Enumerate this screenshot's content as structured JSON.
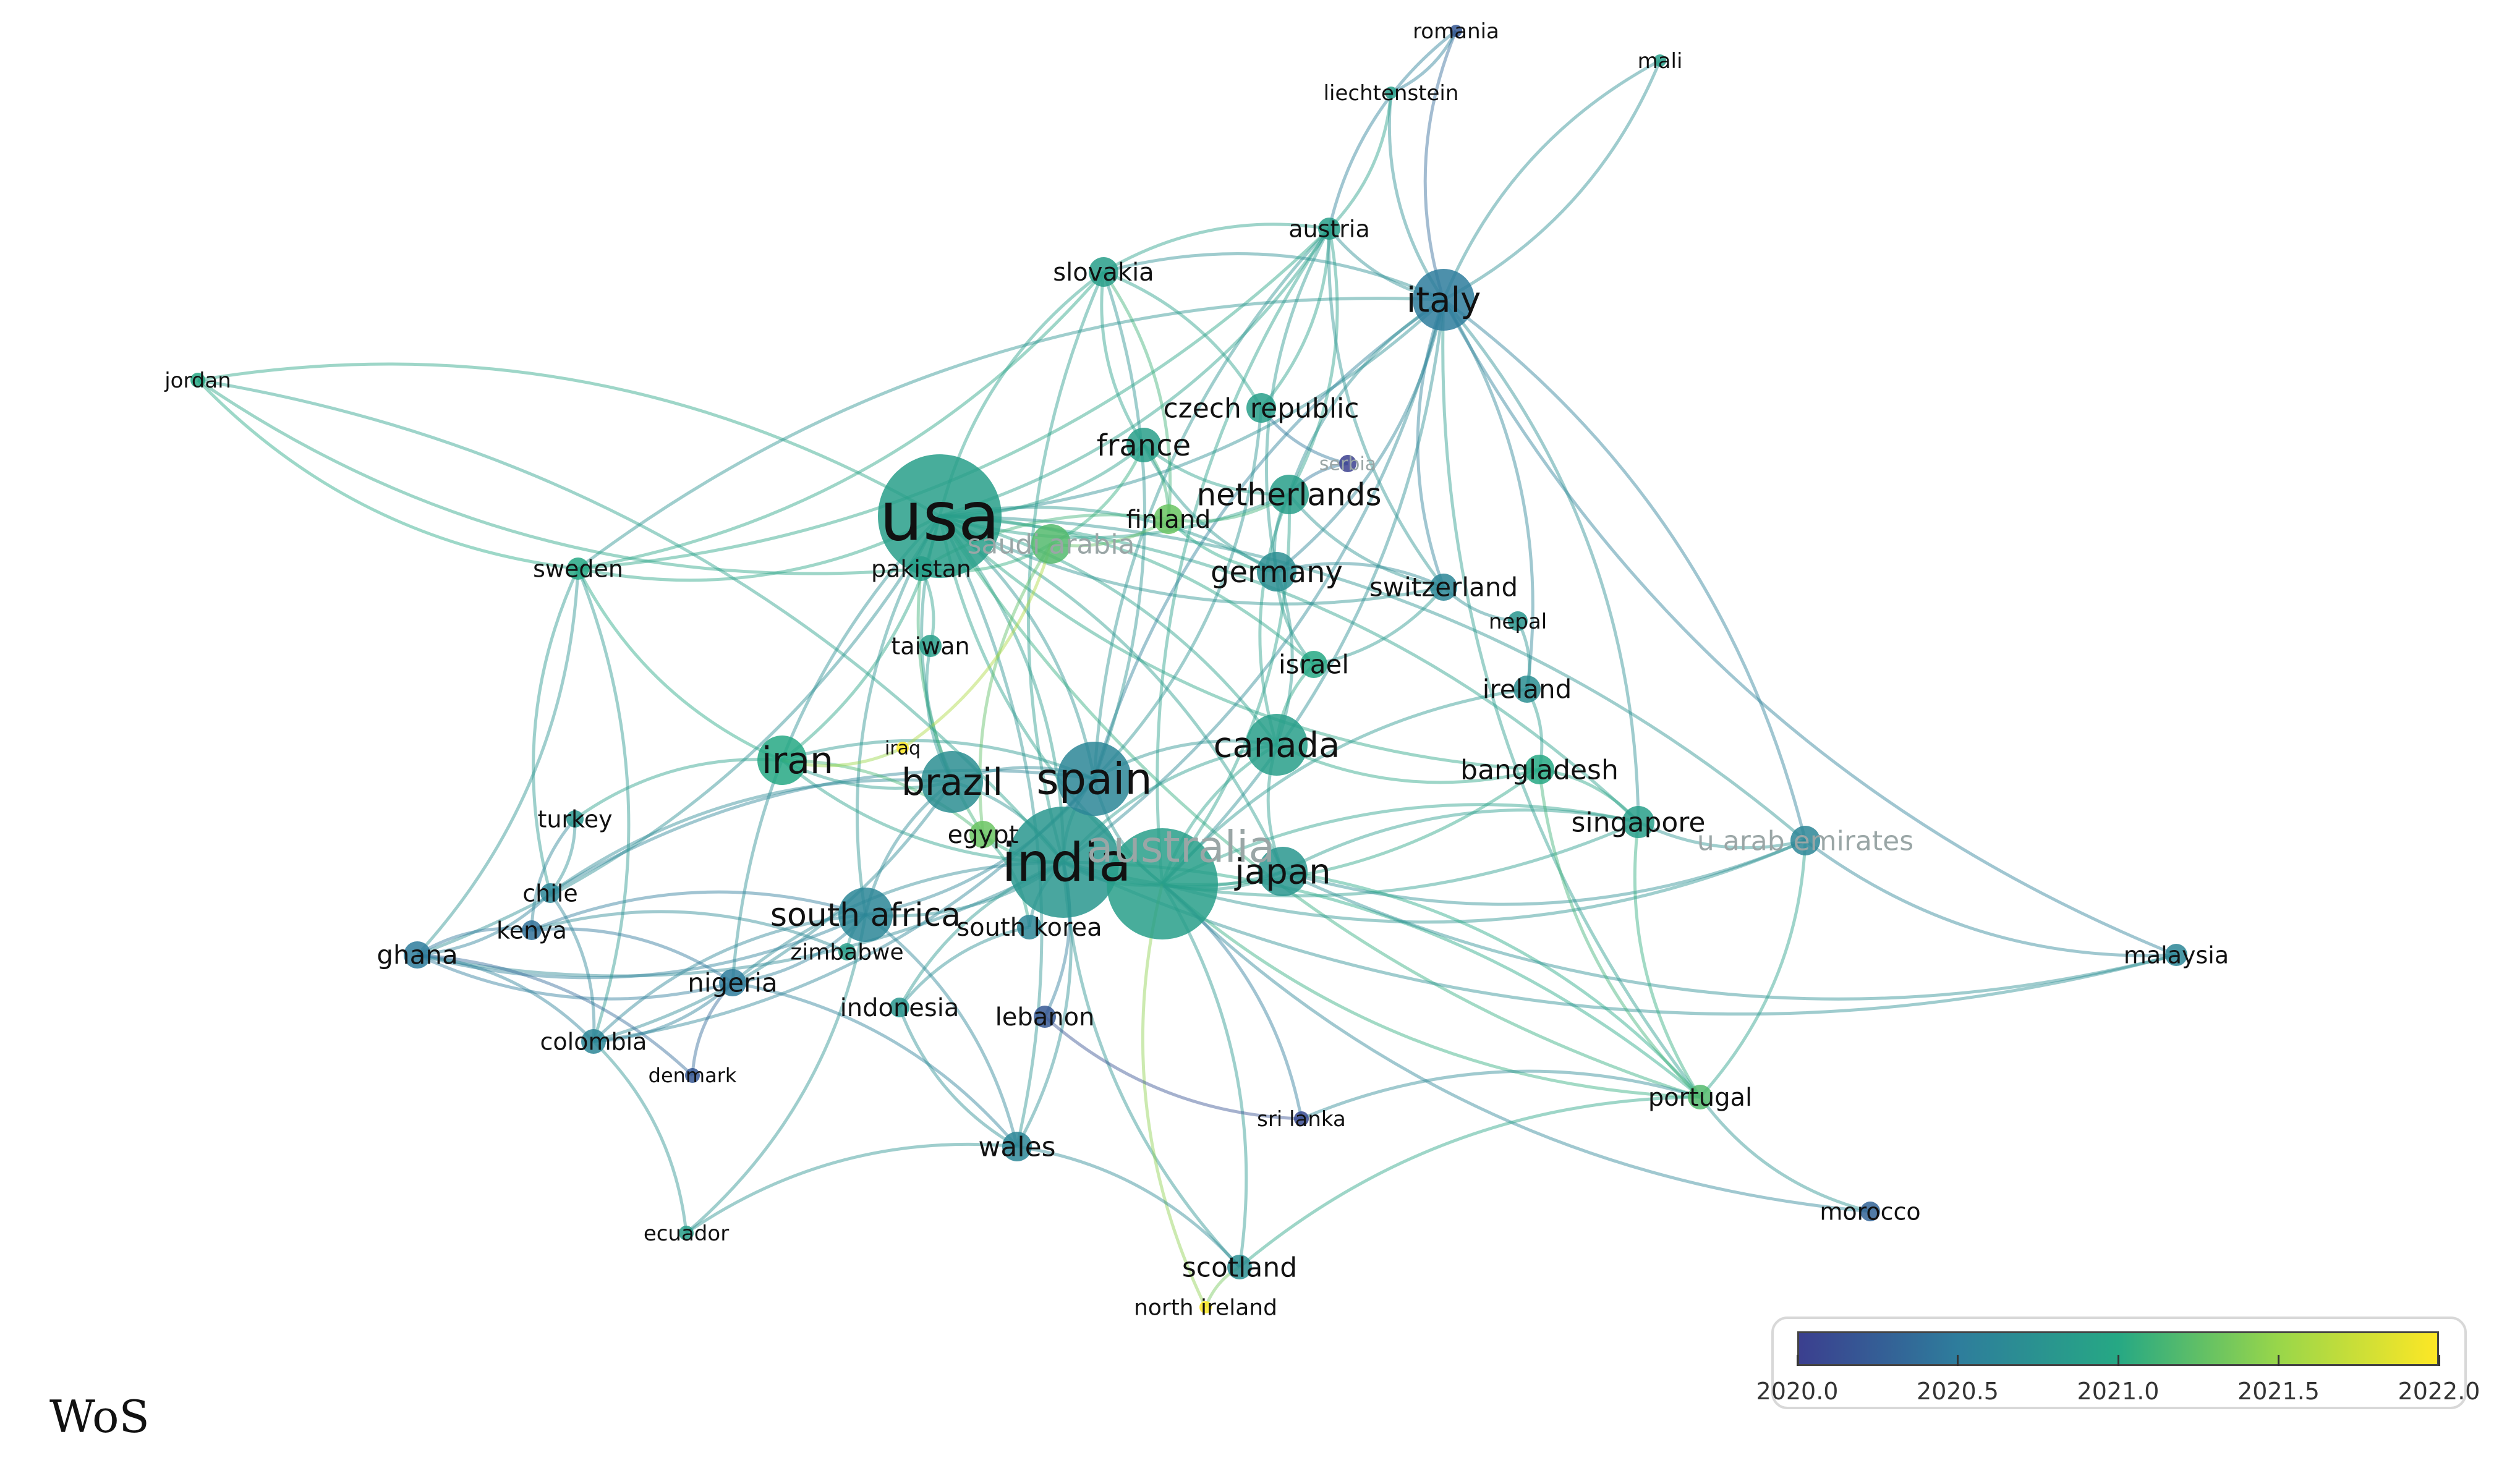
{
  "caption": "WoS",
  "legend": {
    "labels": [
      "2020.0",
      "2020.5",
      "2021.0",
      "2021.5",
      "2022.0"
    ],
    "values": [
      2020.0,
      2020.5,
      2021.0,
      2021.5,
      2022.0
    ],
    "colors": [
      "#3b3f8f",
      "#2e7d9c",
      "#26a884",
      "#98d64a",
      "#fde725"
    ]
  },
  "nodes": [
    {
      "id": "usa",
      "label": "usa",
      "year": 2020.9,
      "size": 5,
      "bold": true
    },
    {
      "id": "india",
      "label": "india",
      "year": 2020.8,
      "size": 4.5,
      "bold": true
    },
    {
      "id": "australia",
      "label": "australia",
      "year": 2020.9,
      "size": 4.5,
      "faded": true
    },
    {
      "id": "spain",
      "label": "spain",
      "year": 2020.6,
      "size": 3
    },
    {
      "id": "italy",
      "label": "italy",
      "year": 2020.5,
      "size": 2.5
    },
    {
      "id": "canada",
      "label": "canada",
      "year": 2020.9,
      "size": 2.5
    },
    {
      "id": "brazil",
      "label": "brazil",
      "year": 2020.7,
      "size": 2.5
    },
    {
      "id": "iran",
      "label": "iran",
      "year": 2021.0,
      "size": 2
    },
    {
      "id": "south-africa",
      "label": "south africa",
      "year": 2020.6,
      "size": 2.2
    },
    {
      "id": "japan",
      "label": "japan",
      "year": 2020.8,
      "size": 2
    },
    {
      "id": "netherlands",
      "label": "netherlands",
      "year": 2020.9,
      "size": 1.6
    },
    {
      "id": "germany",
      "label": "germany",
      "year": 2020.7,
      "size": 1.6
    },
    {
      "id": "france",
      "label": "france",
      "year": 2020.9,
      "size": 1.4
    },
    {
      "id": "czech-republic",
      "label": "czech republic",
      "year": 2020.9,
      "size": 1.2
    },
    {
      "id": "finland",
      "label": "finland",
      "year": 2021.3,
      "size": 1.2
    },
    {
      "id": "saudi-arabia",
      "label": "saudi arabia",
      "year": 2021.2,
      "size": 1.6,
      "faded": true
    },
    {
      "id": "serbia",
      "label": "serbia",
      "year": 2020.0,
      "size": 0.7,
      "faded": true
    },
    {
      "id": "pakistan",
      "label": "pakistan",
      "year": 2020.9,
      "size": 1
    },
    {
      "id": "taiwan",
      "label": "taiwan",
      "year": 2020.9,
      "size": 0.9
    },
    {
      "id": "switzerland",
      "label": "switzerland",
      "year": 2020.6,
      "size": 1.1
    },
    {
      "id": "nepal",
      "label": "nepal",
      "year": 2020.8,
      "size": 0.8
    },
    {
      "id": "israel",
      "label": "israel",
      "year": 2021.0,
      "size": 1.1
    },
    {
      "id": "ireland",
      "label": "ireland",
      "year": 2020.7,
      "size": 1.1
    },
    {
      "id": "bangladesh",
      "label": "bangladesh",
      "year": 2021.0,
      "size": 1.2
    },
    {
      "id": "singapore",
      "label": "singapore",
      "year": 2020.9,
      "size": 1.3
    },
    {
      "id": "u-arab-emirates",
      "label": "u arab emirates",
      "year": 2020.6,
      "size": 1.2,
      "faded": true
    },
    {
      "id": "malaysia",
      "label": "malaysia",
      "year": 2020.6,
      "size": 0.9
    },
    {
      "id": "austria",
      "label": "austria",
      "year": 2020.9,
      "size": 0.9
    },
    {
      "id": "slovakia",
      "label": "slovakia",
      "year": 2020.9,
      "size": 1.2
    },
    {
      "id": "romania",
      "label": "romania",
      "year": 2020.2,
      "size": 0.5
    },
    {
      "id": "liechtenstein",
      "label": "liechtenstein",
      "year": 2020.9,
      "size": 0.5
    },
    {
      "id": "mali",
      "label": "mali",
      "year": 2020.9,
      "size": 0.5
    },
    {
      "id": "jordan",
      "label": "jordan",
      "year": 2021.0,
      "size": 0.6
    },
    {
      "id": "sweden",
      "label": "sweden",
      "year": 2021.0,
      "size": 0.9
    },
    {
      "id": "turkey",
      "label": "turkey",
      "year": 2020.8,
      "size": 0.7
    },
    {
      "id": "chile",
      "label": "chile",
      "year": 2020.6,
      "size": 0.8
    },
    {
      "id": "kenya",
      "label": "kenya",
      "year": 2020.4,
      "size": 0.8
    },
    {
      "id": "ghana",
      "label": "ghana",
      "year": 2020.5,
      "size": 1.1
    },
    {
      "id": "nigeria",
      "label": "nigeria",
      "year": 2020.5,
      "size": 1.1
    },
    {
      "id": "colombia",
      "label": "colombia",
      "year": 2020.6,
      "size": 1
    },
    {
      "id": "denmark",
      "label": "denmark",
      "year": 2020.2,
      "size": 0.6
    },
    {
      "id": "ecuador",
      "label": "ecuador",
      "year": 2020.9,
      "size": 0.6
    },
    {
      "id": "egypt",
      "label": "egypt",
      "year": 2021.3,
      "size": 1.1
    },
    {
      "id": "iraq",
      "label": "iraq",
      "year": 2022.0,
      "size": 0.5
    },
    {
      "id": "zimbabwe",
      "label": "zimbabwe",
      "year": 2020.9,
      "size": 0.7
    },
    {
      "id": "south-korea",
      "label": "south korea",
      "year": 2020.6,
      "size": 1
    },
    {
      "id": "indonesia",
      "label": "indonesia",
      "year": 2020.8,
      "size": 0.8
    },
    {
      "id": "lebanon",
      "label": "lebanon",
      "year": 2020.2,
      "size": 0.9
    },
    {
      "id": "sri-lanka",
      "label": "sri lanka",
      "year": 2020.1,
      "size": 0.6
    },
    {
      "id": "portugal",
      "label": "portugal",
      "year": 2021.2,
      "size": 1
    },
    {
      "id": "morocco",
      "label": "morocco",
      "year": 2020.3,
      "size": 0.8
    },
    {
      "id": "wales",
      "label": "wales",
      "year": 2020.6,
      "size": 1.2
    },
    {
      "id": "scotland",
      "label": "scotland",
      "year": 2020.7,
      "size": 1
    },
    {
      "id": "north-ireland",
      "label": "north ireland",
      "year": 2022.0,
      "size": 0.5
    }
  ],
  "links": [
    [
      "usa",
      "india"
    ],
    [
      "usa",
      "australia"
    ],
    [
      "usa",
      "spain"
    ],
    [
      "usa",
      "italy"
    ],
    [
      "usa",
      "canada"
    ],
    [
      "usa",
      "brazil"
    ],
    [
      "usa",
      "iran"
    ],
    [
      "usa",
      "south-africa"
    ],
    [
      "usa",
      "japan"
    ],
    [
      "usa",
      "netherlands"
    ],
    [
      "usa",
      "germany"
    ],
    [
      "usa",
      "france"
    ],
    [
      "usa",
      "sweden"
    ],
    [
      "usa",
      "jordan"
    ],
    [
      "usa",
      "slovakia"
    ],
    [
      "usa",
      "austria"
    ],
    [
      "usa",
      "singapore"
    ],
    [
      "usa",
      "portugal"
    ],
    [
      "usa",
      "wales"
    ],
    [
      "usa",
      "nigeria"
    ],
    [
      "usa",
      "ghana"
    ],
    [
      "usa",
      "switzerland"
    ],
    [
      "usa",
      "israel"
    ],
    [
      "usa",
      "bangladesh"
    ],
    [
      "usa",
      "u-arab-emirates"
    ],
    [
      "india",
      "australia"
    ],
    [
      "india",
      "spain"
    ],
    [
      "india",
      "japan"
    ],
    [
      "india",
      "canada"
    ],
    [
      "india",
      "italy"
    ],
    [
      "india",
      "south-africa"
    ],
    [
      "india",
      "brazil"
    ],
    [
      "india",
      "iran"
    ],
    [
      "india",
      "singapore"
    ],
    [
      "india",
      "wales"
    ],
    [
      "india",
      "scotland"
    ],
    [
      "india",
      "portugal"
    ],
    [
      "india",
      "malaysia"
    ],
    [
      "india",
      "ghana"
    ],
    [
      "india",
      "nigeria"
    ],
    [
      "india",
      "egypt"
    ],
    [
      "india",
      "south-korea"
    ],
    [
      "india",
      "lebanon"
    ],
    [
      "india",
      "indonesia"
    ],
    [
      "india",
      "slovakia"
    ],
    [
      "australia",
      "italy"
    ],
    [
      "australia",
      "canada"
    ],
    [
      "australia",
      "japan"
    ],
    [
      "australia",
      "spain"
    ],
    [
      "australia",
      "u-arab-emirates"
    ],
    [
      "australia",
      "singapore"
    ],
    [
      "australia",
      "portugal"
    ],
    [
      "australia",
      "scotland"
    ],
    [
      "australia",
      "morocco"
    ],
    [
      "australia",
      "sri-lanka"
    ],
    [
      "australia",
      "north-ireland"
    ],
    [
      "australia",
      "austria"
    ],
    [
      "australia",
      "bangladesh"
    ],
    [
      "australia",
      "ireland"
    ],
    [
      "australia",
      "netherlands"
    ],
    [
      "spain",
      "italy"
    ],
    [
      "spain",
      "brazil"
    ],
    [
      "spain",
      "canada"
    ],
    [
      "spain",
      "iran"
    ],
    [
      "spain",
      "south-africa"
    ],
    [
      "spain",
      "slovakia"
    ],
    [
      "spain",
      "austria"
    ],
    [
      "spain",
      "czech-republic"
    ],
    [
      "spain",
      "colombia"
    ],
    [
      "spain",
      "chile"
    ],
    [
      "italy",
      "austria"
    ],
    [
      "italy",
      "slovakia"
    ],
    [
      "italy",
      "romania"
    ],
    [
      "italy",
      "mali"
    ],
    [
      "italy",
      "liechtenstein"
    ],
    [
      "italy",
      "netherlands"
    ],
    [
      "italy",
      "germany"
    ],
    [
      "italy",
      "switzerland"
    ],
    [
      "italy",
      "u-arab-emirates"
    ],
    [
      "italy",
      "portugal"
    ],
    [
      "italy",
      "ireland"
    ],
    [
      "italy",
      "malaysia"
    ],
    [
      "italy",
      "singapore"
    ],
    [
      "canada",
      "germany"
    ],
    [
      "canada",
      "netherlands"
    ],
    [
      "canada",
      "bangladesh"
    ],
    [
      "canada",
      "israel"
    ],
    [
      "canada",
      "japan"
    ],
    [
      "brazil",
      "iran"
    ],
    [
      "brazil",
      "south-africa"
    ],
    [
      "brazil",
      "colombia"
    ],
    [
      "brazil",
      "chile"
    ],
    [
      "iran",
      "sweden"
    ],
    [
      "iran",
      "turkey"
    ],
    [
      "iran",
      "egypt"
    ],
    [
      "iran",
      "iraq"
    ],
    [
      "south-africa",
      "nigeria"
    ],
    [
      "south-africa",
      "kenya"
    ],
    [
      "south-africa",
      "ghana"
    ],
    [
      "south-africa",
      "zimbabwe"
    ],
    [
      "south-africa",
      "wales"
    ],
    [
      "south-africa",
      "colombia"
    ],
    [
      "japan",
      "singapore"
    ],
    [
      "japan",
      "u-arab-emirates"
    ],
    [
      "japan",
      "portugal"
    ],
    [
      "japan",
      "malaysia"
    ],
    [
      "sweden",
      "jordan"
    ],
    [
      "sweden",
      "slovakia"
    ],
    [
      "sweden",
      "ghana"
    ],
    [
      "sweden",
      "chile"
    ],
    [
      "sweden",
      "colombia"
    ],
    [
      "sweden",
      "austria"
    ],
    [
      "sweden",
      "italy"
    ],
    [
      "jordan",
      "pakistan"
    ],
    [
      "jordan",
      "india"
    ],
    [
      "austria",
      "slovakia"
    ],
    [
      "austria",
      "czech-republic"
    ],
    [
      "austria",
      "liechtenstein"
    ],
    [
      "austria",
      "romania"
    ],
    [
      "austria",
      "germany"
    ],
    [
      "austria",
      "netherlands"
    ],
    [
      "austria",
      "switzerland"
    ],
    [
      "slovakia",
      "czech-republic"
    ],
    [
      "slovakia",
      "france"
    ],
    [
      "slovakia",
      "finland"
    ],
    [
      "france",
      "netherlands"
    ],
    [
      "france",
      "finland"
    ],
    [
      "france",
      "germany"
    ],
    [
      "france",
      "saudi-arabia"
    ],
    [
      "netherlands",
      "germany"
    ],
    [
      "netherlands",
      "finland"
    ],
    [
      "netherlands",
      "switzerland"
    ],
    [
      "germany",
      "switzerland"
    ],
    [
      "germany",
      "israel"
    ],
    [
      "germany",
      "finland"
    ],
    [
      "pakistan",
      "saudi-arabia"
    ],
    [
      "pakistan",
      "taiwan"
    ],
    [
      "pakistan",
      "egypt"
    ],
    [
      "pakistan",
      "finland"
    ],
    [
      "saudi-arabia",
      "egypt"
    ],
    [
      "saudi-arabia",
      "iraq"
    ],
    [
      "saudi-arabia",
      "finland"
    ],
    [
      "ghana",
      "kenya"
    ],
    [
      "ghana",
      "nigeria"
    ],
    [
      "ghana",
      "colombia"
    ],
    [
      "ghana",
      "chile"
    ],
    [
      "ghana",
      "denmark"
    ],
    [
      "nigeria",
      "kenya"
    ],
    [
      "nigeria",
      "colombia"
    ],
    [
      "nigeria",
      "denmark"
    ],
    [
      "colombia",
      "ecuador"
    ],
    [
      "colombia",
      "chile"
    ],
    [
      "wales",
      "scotland"
    ],
    [
      "wales",
      "nigeria"
    ],
    [
      "wales",
      "indonesia"
    ],
    [
      "scotland",
      "north-ireland"
    ],
    [
      "scotland",
      "portugal"
    ],
    [
      "lebanon",
      "sri-lanka"
    ],
    [
      "sri-lanka",
      "portugal"
    ],
    [
      "portugal",
      "morocco"
    ],
    [
      "portugal",
      "singapore"
    ],
    [
      "portugal",
      "u-arab-emirates"
    ],
    [
      "portugal",
      "bangladesh"
    ],
    [
      "u-arab-emirates",
      "malaysia"
    ],
    [
      "u-arab-emirates",
      "singapore"
    ],
    [
      "singapore",
      "bangladesh"
    ],
    [
      "ireland",
      "bangladesh"
    ],
    [
      "ireland",
      "nepal"
    ],
    [
      "nepal",
      "switzerland"
    ],
    [
      "israel",
      "switzerland"
    ],
    [
      "romania",
      "liechtenstein"
    ],
    [
      "mali",
      "italy"
    ],
    [
      "turkey",
      "chile"
    ],
    [
      "turkey",
      "kenya"
    ],
    [
      "ecuador",
      "wales"
    ],
    [
      "ecuador",
      "south-africa"
    ],
    [
      "indonesia",
      "south-korea"
    ],
    [
      "zimbabwe",
      "kenya"
    ],
    [
      "egypt",
      "south-korea"
    ],
    [
      "taiwan",
      "brazil"
    ],
    [
      "serbia",
      "czech-republic"
    ],
    [
      "serbia",
      "netherlands"
    ]
  ]
}
